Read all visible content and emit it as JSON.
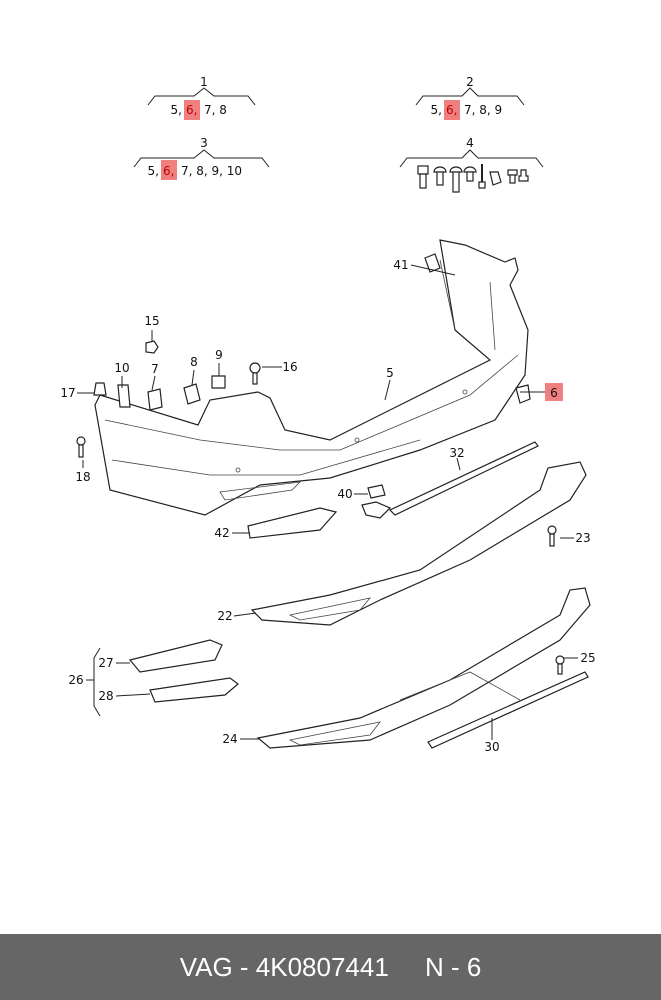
{
  "groups": [
    {
      "number": "1",
      "items_before": "5,",
      "highlight": "6,",
      "items_after": "7, 8"
    },
    {
      "number": "2",
      "items_before": "5,",
      "highlight": "6,",
      "items_after": "7, 8, 9"
    },
    {
      "number": "3",
      "items_before": "5,",
      "highlight": "6,",
      "items_after": "7, 8, 9, 10"
    },
    {
      "number": "4"
    }
  ],
  "callouts": {
    "c41": "41",
    "c15": "15",
    "c10": "10",
    "c7": "7",
    "c8": "8",
    "c9": "9",
    "c16": "16",
    "c5": "5",
    "c17": "17",
    "c6": "6",
    "c18": "18",
    "c32": "32",
    "c40": "40",
    "c23": "23",
    "c42": "42",
    "c22": "22",
    "c27": "27",
    "c26": "26",
    "c28": "28",
    "c25": "25",
    "c24": "24",
    "c30": "30"
  },
  "highlight_color": "#f08080",
  "footer": {
    "part": "VAG - 4K0807441",
    "page": "N - 6"
  }
}
